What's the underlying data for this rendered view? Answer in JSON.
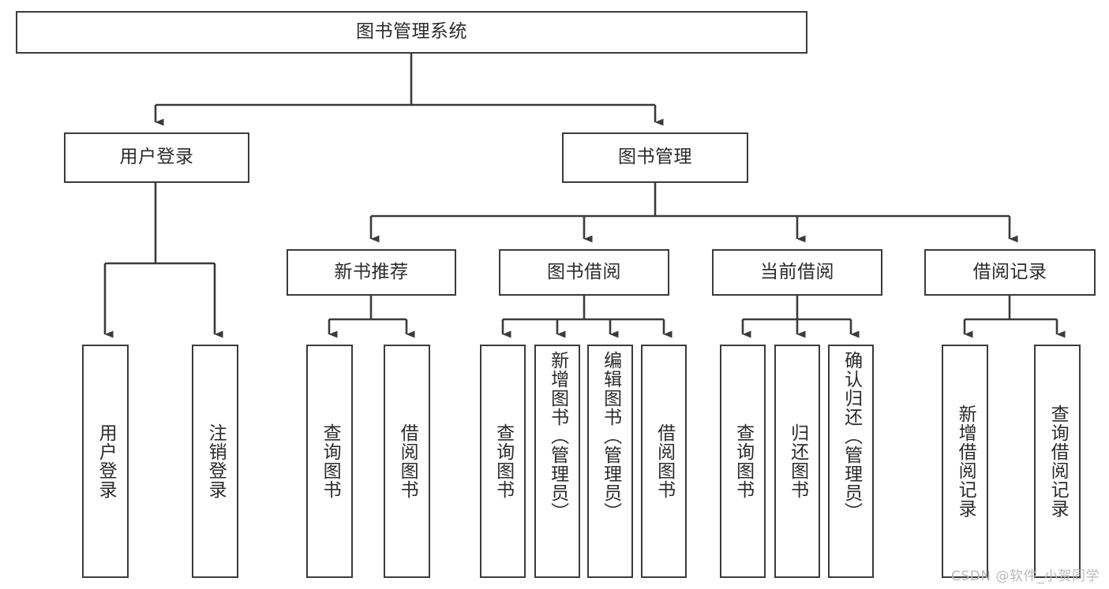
{
  "diagram": {
    "type": "tree-hierarchy",
    "title": "图书管理系统",
    "watermark": "CSDN @软件_小贺同学",
    "colors": {
      "box_border": "#3b3b3b",
      "box_fill": "#ffffff",
      "connector": "#3b3b3b",
      "text": "#2b2b2b",
      "watermark": "#b9b9b9",
      "background": "#ffffff"
    },
    "levels": {
      "root": {
        "label": "图书管理系统"
      },
      "level2": [
        {
          "id": "user-login",
          "label": "用户登录"
        },
        {
          "id": "book-manage",
          "label": "图书管理"
        }
      ],
      "level3": [
        {
          "id": "new-book-recommend",
          "label": "新书推荐",
          "parent": "book-manage"
        },
        {
          "id": "book-borrow",
          "label": "图书借阅",
          "parent": "book-manage"
        },
        {
          "id": "current-borrow",
          "label": "当前借阅",
          "parent": "book-manage"
        },
        {
          "id": "borrow-record",
          "label": "借阅记录",
          "parent": "book-manage"
        }
      ],
      "leaves": [
        {
          "id": "leaf-user-login",
          "label": "用户登录",
          "parent": "user-login"
        },
        {
          "id": "leaf-user-logout",
          "label": "注销登录",
          "parent": "user-login"
        },
        {
          "id": "leaf-query-book-1",
          "label": "查询图书",
          "parent": "new-book-recommend"
        },
        {
          "id": "leaf-borrow-book-1",
          "label": "借阅图书",
          "parent": "new-book-recommend"
        },
        {
          "id": "leaf-query-book-2",
          "label": "查询图书",
          "parent": "book-borrow"
        },
        {
          "id": "leaf-add-book",
          "label": "新增图书（管理员）",
          "parent": "book-borrow"
        },
        {
          "id": "leaf-edit-book",
          "label": "编辑图书（管理员）",
          "parent": "book-borrow"
        },
        {
          "id": "leaf-borrow-book-2",
          "label": "借阅图书",
          "parent": "book-borrow"
        },
        {
          "id": "leaf-query-book-3",
          "label": "查询图书",
          "parent": "current-borrow"
        },
        {
          "id": "leaf-return-book",
          "label": "归还图书",
          "parent": "current-borrow"
        },
        {
          "id": "leaf-confirm-return",
          "label": "确认归还（管理员）",
          "parent": "current-borrow"
        },
        {
          "id": "leaf-add-record",
          "label": "新增借阅记录",
          "parent": "borrow-record"
        },
        {
          "id": "leaf-query-record",
          "label": "查询借阅记录",
          "parent": "borrow-record"
        }
      ]
    }
  }
}
